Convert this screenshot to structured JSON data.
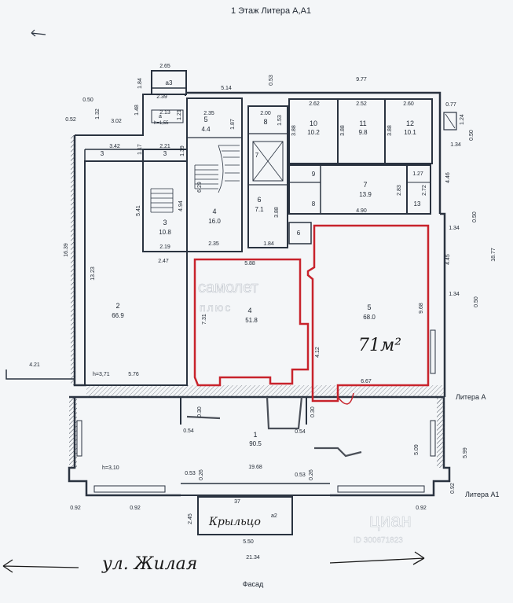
{
  "title": "1 Этаж Литера А,А1",
  "facade_label": "Фасад",
  "street_label": "ул. Жилая",
  "porch_label": "Крыльцо",
  "porch_number": "а2",
  "price_note": "71м²",
  "litera_a": "Литера А",
  "litera_a1": "Литера А1",
  "watermark_samolet": "самолет",
  "watermark_plus": "плюс",
  "watermark_cian": "циан",
  "watermark_id": "ID 300671823",
  "colors": {
    "highlight": "#c8232c",
    "wall": "#2a3340",
    "paper": "#f4f6f8"
  },
  "rooms": [
    {
      "num": "2",
      "area": "66.9"
    },
    {
      "num": "3",
      "area": "10.8"
    },
    {
      "num": "4",
      "area": "16.0"
    },
    {
      "num": "5",
      "area": "4.4"
    },
    {
      "num": "6",
      "area": "7.1"
    },
    {
      "num": "8",
      "area": ""
    },
    {
      "num": "10",
      "area": "10.2"
    },
    {
      "num": "11",
      "area": "9.8"
    },
    {
      "num": "12",
      "area": "10.1"
    },
    {
      "num": "7",
      "area": "13.9"
    },
    {
      "num": "4",
      "area": "51.8"
    },
    {
      "num": "5",
      "area": "68.0"
    },
    {
      "num": "1",
      "area": "90.5"
    },
    {
      "num": "а3",
      "area": ""
    },
    {
      "num": "а",
      "area": ""
    }
  ],
  "small_labels": [
    "3",
    "3",
    "7",
    "9",
    "8",
    "13",
    "6"
  ],
  "heights": [
    "h=3,71",
    "h=3,10",
    "h=1,55"
  ],
  "dimensions": [
    "2.65",
    "1.84",
    "2.39",
    "1.48",
    "2.13",
    "1.21",
    "0.50",
    "1.32",
    "0.52",
    "3.02",
    "5.14",
    "0.53",
    "9.77",
    "2.62",
    "2.52",
    "2.60",
    "0.77",
    "1.24",
    "0.50",
    "1.34",
    "2.35",
    "1.87",
    "2.00",
    "1.53",
    "3.88",
    "3.88",
    "3.88",
    "3.42",
    "2.21",
    "1.17",
    "1.39",
    "6.29",
    "4.94",
    "5.41",
    "3.88",
    "2.19",
    "2.35",
    "1.84",
    "2.47",
    "1.27",
    "2.83",
    "2.72",
    "4.46",
    "4.90",
    "0.50",
    "1.34",
    "4.45",
    "18.77",
    "16.39",
    "13.23",
    "5.88",
    "7.31",
    "4.12",
    "9.68",
    "1.34",
    "0.50",
    "4.21",
    "5.76",
    "6.67",
    "0.30",
    "0.54",
    "0.30",
    "0.54",
    "5.09",
    "5.99",
    "0.53",
    "0.26",
    "19.68",
    "0.53",
    "0.26",
    "0.92",
    "0.92",
    "0.92",
    "0.92",
    "37",
    "2.45",
    "5.50",
    "21.34"
  ]
}
